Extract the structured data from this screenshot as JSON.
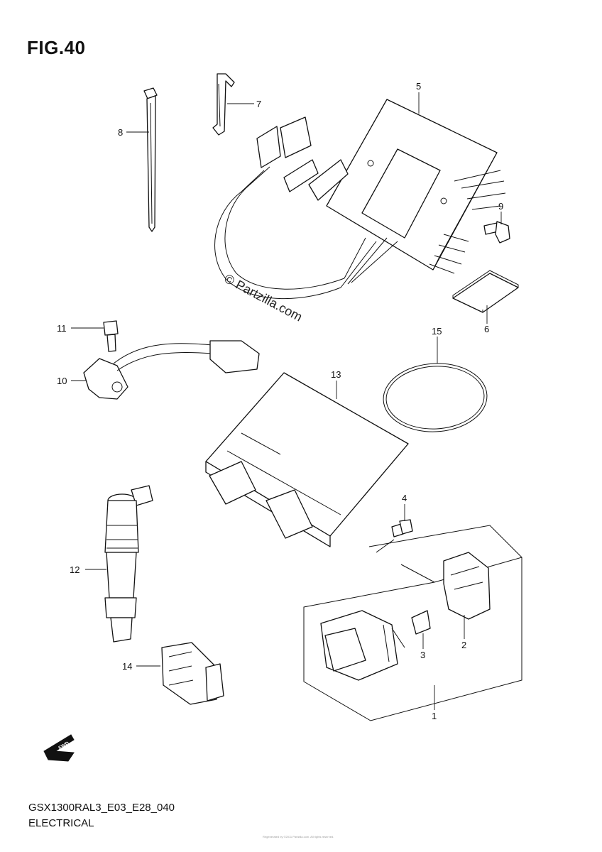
{
  "figure": {
    "title": "FIG.40",
    "model_code": "GSX1300RAL3_E03_E28_040",
    "section_name": "ELECTRICAL",
    "watermark": "© Partzilla.com",
    "fwd_label": "FWD",
    "small_print": "Regenerated by ©2011 Partzilla.com. All rights reserved."
  },
  "callouts": [
    "1",
    "2",
    "3",
    "4",
    "5",
    "6",
    "7",
    "8",
    "9",
    "10",
    "11",
    "12",
    "13",
    "14",
    "15"
  ]
}
